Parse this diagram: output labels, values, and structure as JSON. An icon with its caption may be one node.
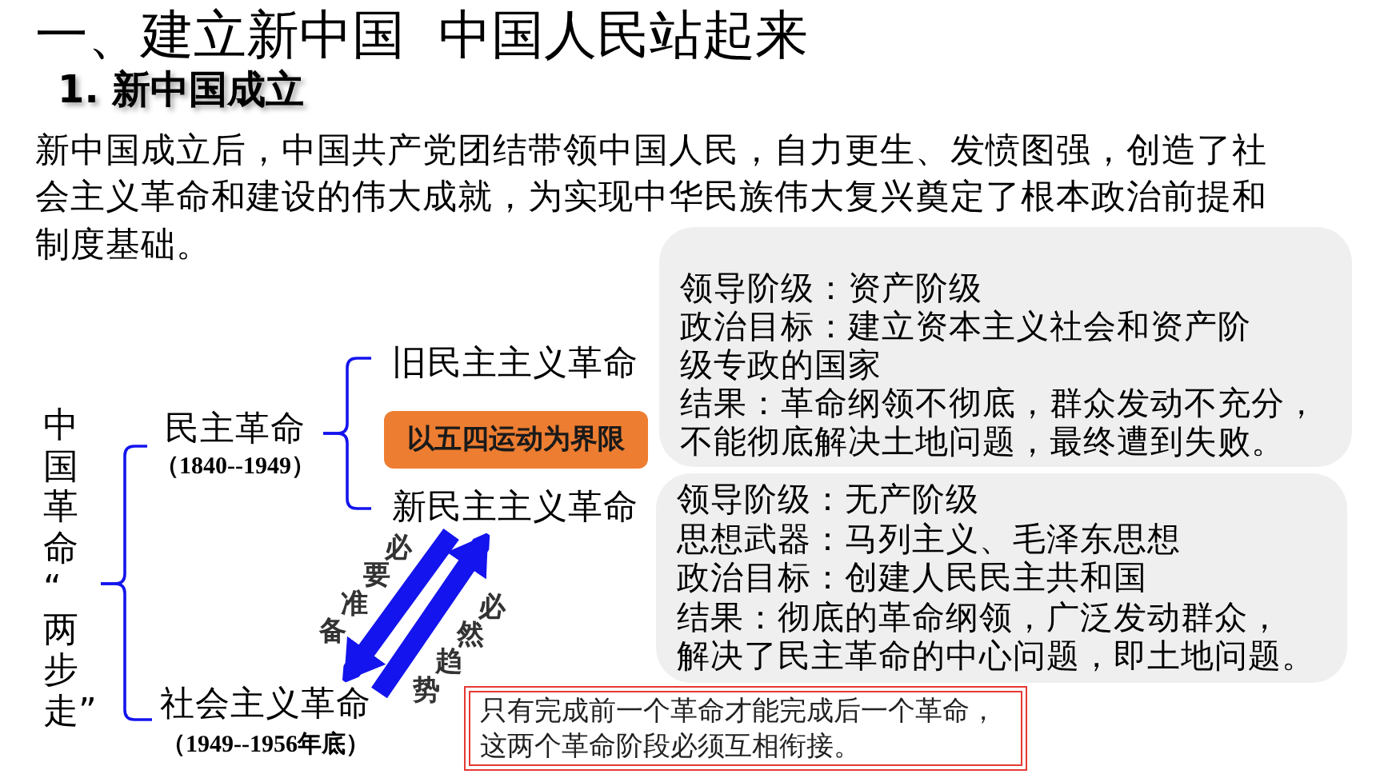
{
  "diagram": {
    "title": "一、建立新中国  中国人民站起来",
    "nodes": [
      {
        "text": [
          "中国革命“两步走”"
        ]
      },
      {
        "text": [
          "民主革命",
          "（1840--1949）"
        ]
      },
      {
        "text": [
          "旧民主主义革命"
        ]
      },
      {
        "text": [
          "以五四运动为界限"
        ]
      },
      {
        "text": [
          "新民主主义革命"
        ]
      },
      {
        "text": [
          "社会主义革命",
          "（1949--1956年底）"
        ]
      },
      {
        "text": [
          "领导阶级：资产阶级",
          "政治目标：建立资本主义社会和资产阶级专政的国家",
          "结果：革命纲领不彻底，群众发动不充分，不能彻底解决土地问题，最终遭到失败。"
        ]
      },
      {
        "text": [
          "领导阶级：无产阶级",
          "思想武器：马列主义、毛泽东思想",
          "政治目标：创建人民民主共和国",
          "结果：彻底的革命纲领，广泛发动群众，解决了民主革命的中心问题，即土地问题。"
        ]
      },
      {
        "text": [
          "只有完成前一个革命才能完成后一个革命，这两个革命阶段必须互相衔接。"
        ]
      }
    ],
    "edges": [
      {
        "from": 0,
        "to": 1,
        "arrow": "none"
      },
      {
        "from": 0,
        "to": 5,
        "arrow": "none"
      },
      {
        "from": 1,
        "to": 2,
        "arrow": "none"
      },
      {
        "from": 1,
        "to": 4,
        "arrow": "none"
      },
      {
        "from": 4,
        "to": 5,
        "arrow": "to",
        "label": "必要准备",
        "style": "thick"
      },
      {
        "from": 5,
        "to": 4,
        "arrow": "to",
        "label": "必然趋势",
        "style": "thick"
      }
    ],
    "labels": [
      "1. 新中国成立",
      "新中国成立后，中国共产党团结带领中国人民，自力更生、发愤图强，创造了社会主义革命和建设的伟大成就，为实现中华民族伟大复兴奠定了根本政治前提和制度基础。"
    ]
  }
}
